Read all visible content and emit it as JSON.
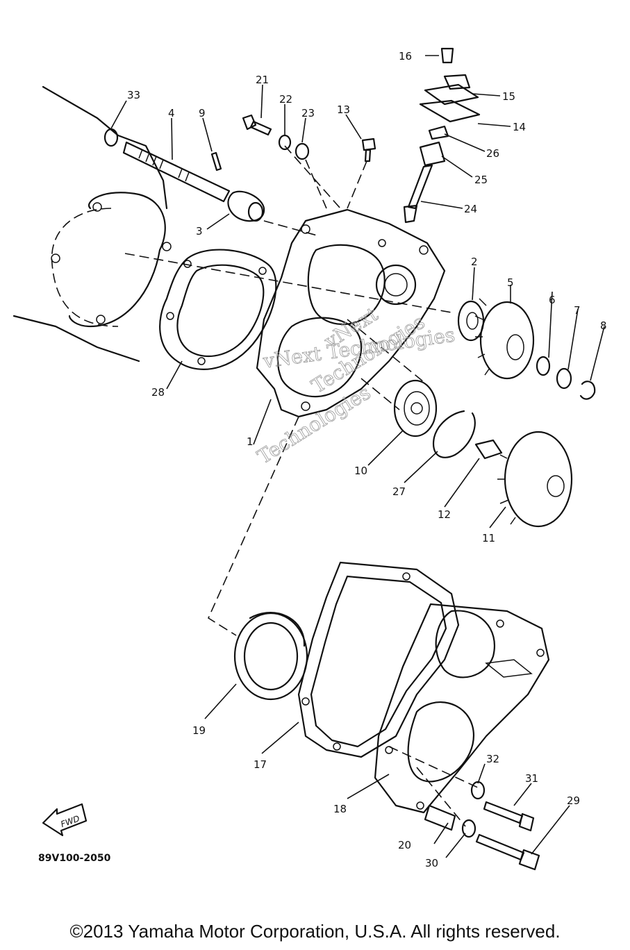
{
  "diagram": {
    "part_numbers": [
      "1",
      "2",
      "3",
      "4",
      "5",
      "6",
      "7",
      "8",
      "9",
      "10",
      "11",
      "12",
      "13",
      "14",
      "15",
      "16",
      "17",
      "18",
      "19",
      "20",
      "21",
      "22",
      "23",
      "24",
      "25",
      "26",
      "27",
      "28",
      "29",
      "30",
      "31",
      "32",
      "33"
    ],
    "fwd_label": "FWD",
    "reference_code": "89V100-2050",
    "watermark_lines": [
      "vNext Technologies",
      "vNext",
      "Technologies",
      "Technologies"
    ]
  },
  "footer": {
    "copyright": "©2013 Yamaha Motor Corporation, U.S.A. All rights reserved."
  }
}
